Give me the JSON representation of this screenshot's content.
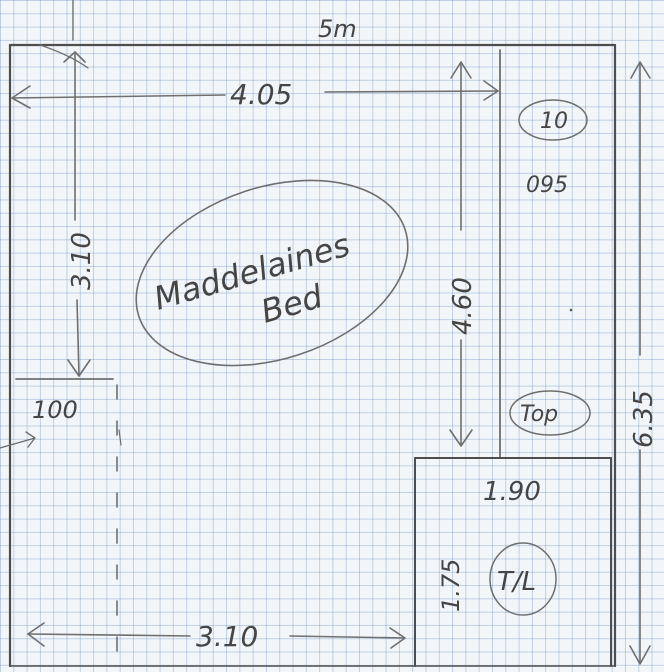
{
  "sketch": {
    "width_label": "5m",
    "upper_width": "4.05",
    "left_drop": "3.10",
    "left_stub": "100",
    "closet_length": "4.60",
    "small_box_label": "10",
    "small_box_depth": "095",
    "top_label": "Top",
    "room_height": "6.35",
    "bath_width": "1.90",
    "bath_depth": "1.75",
    "bath_label": "T/L",
    "lower_width": "3.10",
    "bed_label_line1": "Maddelaines",
    "bed_label_line2": "Bed"
  },
  "colors": {
    "paper": "#f3f6f9",
    "grid": "#8fb0d3",
    "pencil": "#6f6f6f"
  }
}
